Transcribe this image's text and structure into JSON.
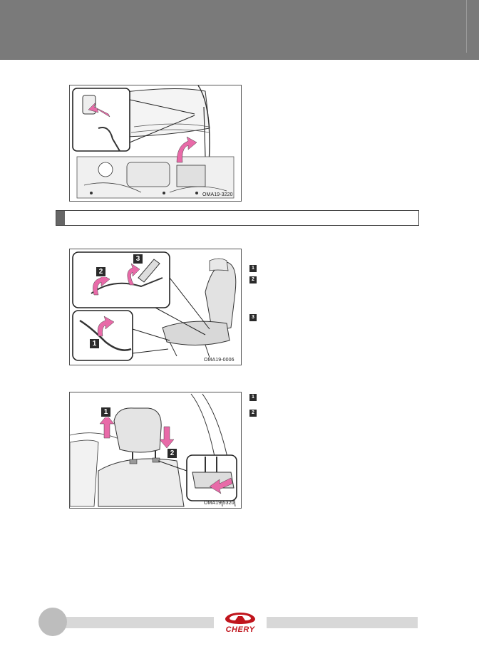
{
  "figures": [
    {
      "code": "OMA19-3220"
    },
    {
      "code": "OMA19-0006",
      "badges": [
        "1",
        "2",
        "3"
      ]
    },
    {
      "code": "OMA19-5320",
      "badges": [
        "1",
        "2"
      ]
    }
  ],
  "steps_seat": [
    "1",
    "2",
    "3"
  ],
  "steps_headrest": [
    "1",
    "2"
  ],
  "footer": {
    "brand": "CHERY"
  },
  "colors": {
    "header": "#7a7a7a",
    "arrow": "#e86aa8",
    "brand": "#c0141c"
  }
}
